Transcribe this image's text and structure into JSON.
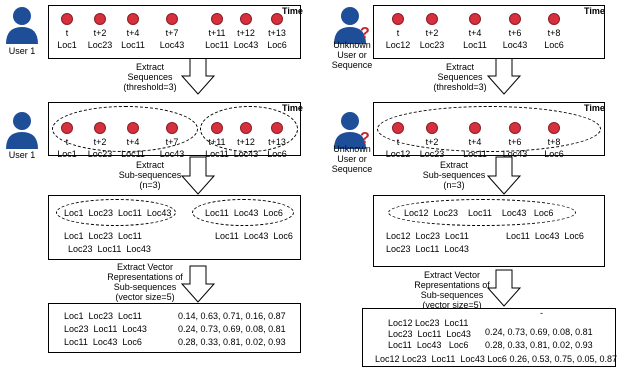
{
  "time_label": "Time",
  "user1_label": "User 1",
  "unknown_label": [
    "Unknown",
    "User or",
    "Sequence"
  ],
  "left": {
    "times": [
      "t",
      "t+2",
      "t+4",
      "t+7",
      "t+11",
      "t+12",
      "t+13"
    ],
    "locs": [
      "Loc1",
      "Loc23",
      "Loc11",
      "Loc43",
      "Loc11",
      "Loc43",
      "Loc6"
    ],
    "step1": [
      "Extract",
      "Sequences",
      "(threshold=3)"
    ],
    "step2": [
      "Extract",
      "Sub-sequences",
      "(n=3)"
    ],
    "step3": [
      "Extract Vector",
      "Representations of",
      "Sub-sequences",
      "(vector size=5)"
    ],
    "seq1": "Loc1  Loc23  Loc11  Loc43",
    "seq2": "Loc11  Loc43  Loc6",
    "sub1": "Loc1  Loc23  Loc11",
    "sub2": "Loc23  Loc11  Loc43",
    "sub3": "Loc11  Loc43  Loc6",
    "vec_rows": [
      {
        "seq": "Loc1  Loc23  Loc11",
        "vec": "0.14, 0.63, 0.71, 0.16, 0.87"
      },
      {
        "seq": "Loc23  Loc11  Loc43",
        "vec": "0.24, 0.73, 0.69, 0.08, 0.81"
      },
      {
        "seq": "Loc11  Loc43  Loc6",
        "vec": "0.28, 0.33, 0.81, 0.02, 0.93"
      }
    ]
  },
  "right": {
    "times": [
      "t",
      "t+2",
      "t+4",
      "t+6",
      "t+8"
    ],
    "locs": [
      "Loc12",
      "Loc23",
      "Loc11",
      "Loc43",
      "Loc6"
    ],
    "step1": [
      "Extract",
      "Sequences",
      "(threshold=3)"
    ],
    "step2": [
      "Extract",
      "Sub-sequences",
      "(n=3)"
    ],
    "step3": [
      "Extract Vector",
      "Representations of",
      "Sub-sequences",
      "(vector size=5)"
    ],
    "seq": "Loc12  Loc23    Loc11    Loc43   Loc6",
    "sub_a1": "Loc12  Loc23  Loc11",
    "sub_a2": "Loc23  Loc11  Loc43",
    "sub_b": "Loc11  Loc43  Loc6",
    "vec_dash": "-",
    "vec_row1": "Loc12 Loc23  Loc11",
    "vec_row2": "Loc23  Loc11  Loc43",
    "vec_row3": "Loc11  Loc43   Loc6",
    "vec_val2": "0.24, 0.73, 0.69, 0.08, 0.81",
    "vec_val3": "0.28, 0.33, 0.81, 0.02, 0.93",
    "vec_row4": "Loc12 Loc23  Loc11  Loc43 Loc6 0.26, 0.53, 0.75, 0.05, 0.87"
  }
}
